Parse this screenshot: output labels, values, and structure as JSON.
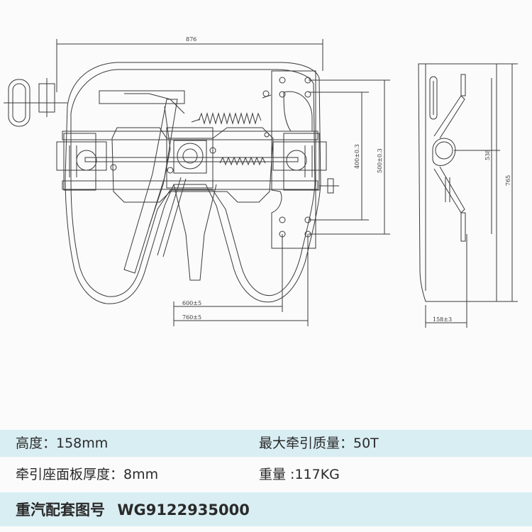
{
  "drawing": {
    "dims": {
      "top_width": "876",
      "inner_height": "400±0.3",
      "outer_height": "500±0.3",
      "width_600": "600±5",
      "width_760": "760±5",
      "side_height_538": "538",
      "side_height_765": "765",
      "side_thickness": "158±3"
    }
  },
  "specs": {
    "height": "高度：158mm",
    "max_traction": "最大牵引质量：50T",
    "plate_thickness": "牵引座面板厚度：8mm",
    "weight": "重量 :117KG",
    "drawing_no_label": "重汽配套图号",
    "drawing_no_value": "WG9122935000"
  },
  "colors": {
    "band": "#d9eef3",
    "line": "#3a3a3a"
  }
}
